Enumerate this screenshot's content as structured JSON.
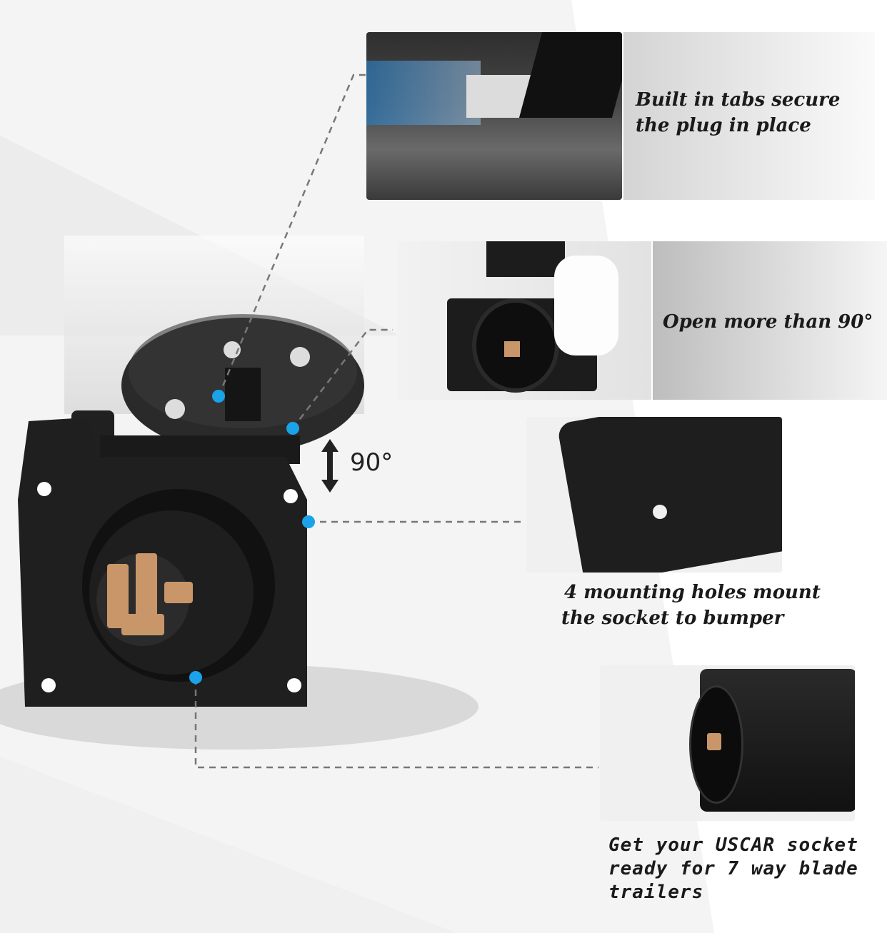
{
  "callouts": {
    "tabs": "Built in tabs secure the plug in place",
    "open": "Open more than 90°",
    "holes_line1": "4 mounting holes mount",
    "holes_line2": "the socket to bumper",
    "uscar_line1": "Get your USCAR socket",
    "uscar_line2": "ready for 7 way blade",
    "uscar_line3": "trailers"
  },
  "angle_label": "90°",
  "colors": {
    "accent_dot": "#1aa3e8",
    "socket": "#1c1c1c",
    "contacts": "#c9966a"
  }
}
